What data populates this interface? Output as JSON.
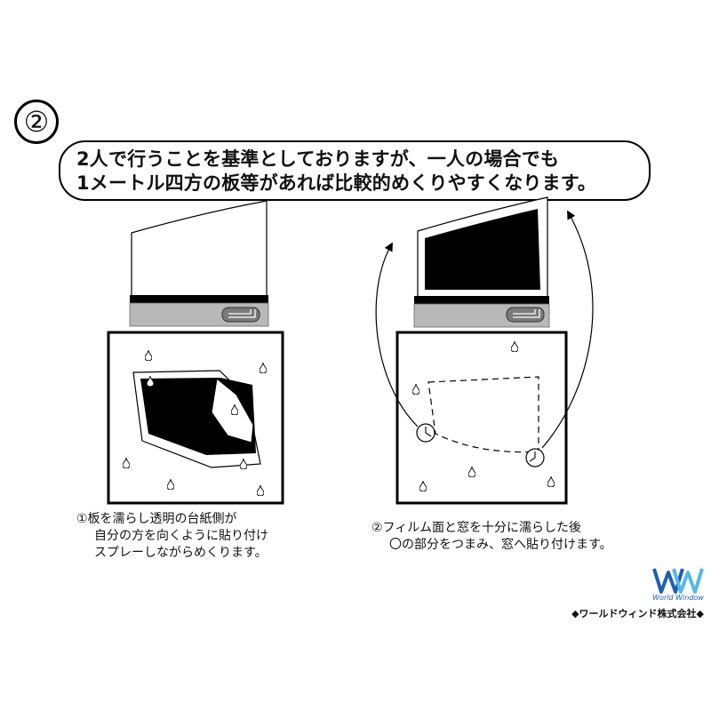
{
  "step_number": "②",
  "intro": {
    "line1": "2人で行うことを基準としておりますが、一人の場合でも",
    "line2": "1メートル四方の板等があれば比較的めくりやすくなります。"
  },
  "captions": {
    "left": {
      "line1": "①板を濡らし透明の台紙側が",
      "line2": "自分の方を向くように貼り付け",
      "line3": "スプレーしながらめくります。"
    },
    "right": {
      "line1": "②フィルム面と窓を十分に濡らした後",
      "line2": "〇の部分をつまみ、窓へ貼り付けます。"
    }
  },
  "logo": {
    "mark": "WW",
    "subtitle": "World Window",
    "colors": [
      "#1f5fb0",
      "#55b8e6"
    ]
  },
  "company": "◆ワールドウィンド株式会社◆",
  "colors": {
    "film": "#000000",
    "door_panel": "#b8b8b8",
    "handle": "#7a7a7a"
  }
}
